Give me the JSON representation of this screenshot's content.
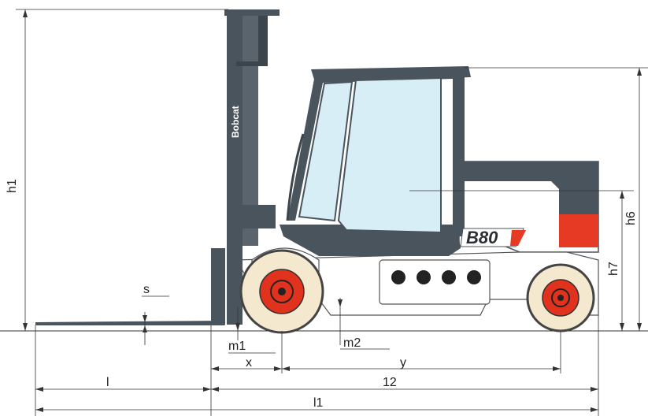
{
  "brand": {
    "mast_logo": "Bobcat",
    "model_badge": "B80"
  },
  "dimensions": {
    "h1": "h1",
    "h6": "h6",
    "h7": "h7",
    "s": "s",
    "m1": "m1",
    "m2": "m2",
    "x": "x",
    "y": "y",
    "l": "l",
    "l2": "12",
    "l1": "l1"
  },
  "colors": {
    "body_dark": "#4a545c",
    "body_white": "#ffffff",
    "accent_red": "#e63a24",
    "glass": "#d8eef7",
    "tire": "#f4e8cf",
    "hub_red": "#e0321c"
  }
}
